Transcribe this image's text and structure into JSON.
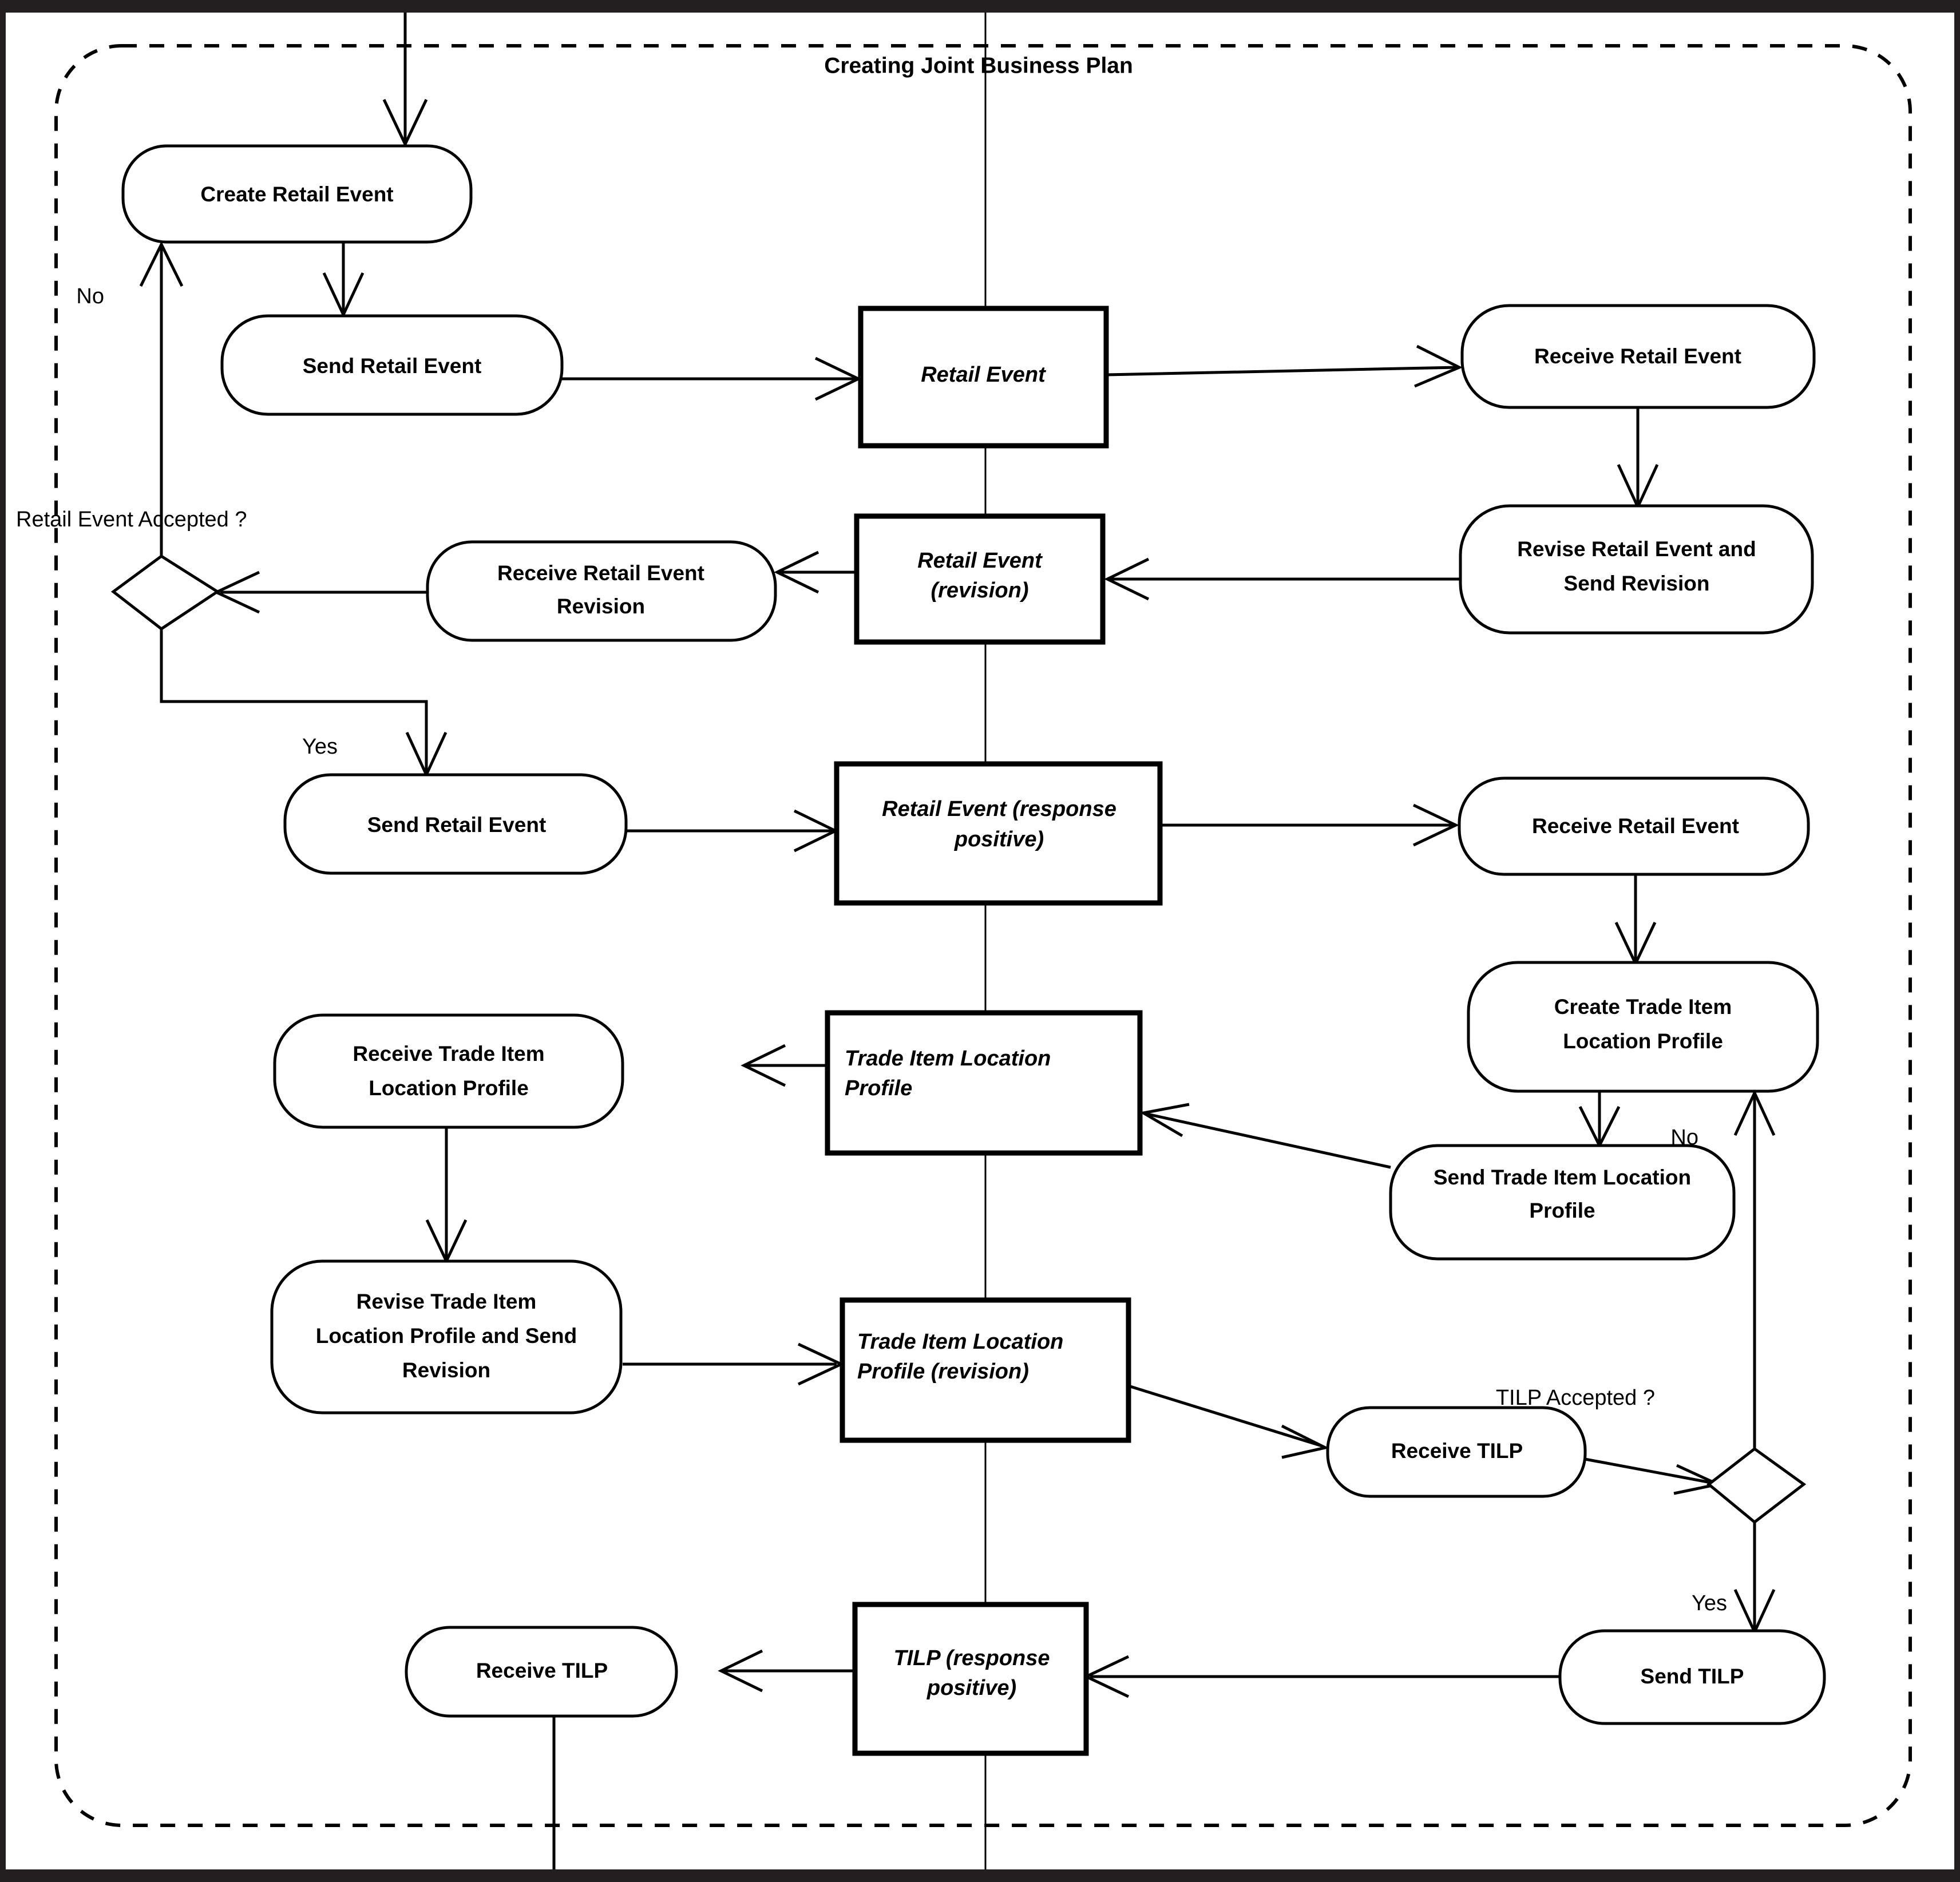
{
  "frame": {
    "title": "Creating Joint Business Plan",
    "style": "dashed-rounded-rectangle"
  },
  "swimlane_divider": {
    "orientation": "vertical",
    "label": ""
  },
  "activities": [
    {
      "id": "create-retail-event",
      "label": "Create Retail Event"
    },
    {
      "id": "send-retail-event-1",
      "label": "Send Retail Event"
    },
    {
      "id": "receive-retail-event-1",
      "label": "Receive Retail Event"
    },
    {
      "id": "revise-retail-event",
      "label_line1": "Revise Retail Event and",
      "label_line2": "Send Revision"
    },
    {
      "id": "receive-retail-event-rev",
      "label_line1": "Receive Retail Event",
      "label_line2": "Revision"
    },
    {
      "id": "send-retail-event-2",
      "label": "Send Retail Event"
    },
    {
      "id": "receive-retail-event-2",
      "label": "Receive Retail Event"
    },
    {
      "id": "create-tilp",
      "label_line1": "Create Trade Item",
      "label_line2": "Location Profile"
    },
    {
      "id": "send-tilp-profile",
      "label_line1": "Send Trade Item Location",
      "label_line2": "Profile"
    },
    {
      "id": "receive-tilp-profile",
      "label_line1": "Receive Trade Item",
      "label_line2": "Location Profile"
    },
    {
      "id": "revise-tilp",
      "label_line1": "Revise Trade Item",
      "label_line2": "Location Profile and Send",
      "label_line3": "Revision"
    },
    {
      "id": "receive-tilp-1",
      "label": "Receive TILP"
    },
    {
      "id": "send-tilp",
      "label": "Send TILP"
    },
    {
      "id": "receive-tilp-2",
      "label": "Receive TILP"
    }
  ],
  "objects": [
    {
      "id": "obj-retail-event",
      "label": "Retail Event"
    },
    {
      "id": "obj-retail-event-revision",
      "label_line1": "Retail Event",
      "label_line2": "(revision)"
    },
    {
      "id": "obj-retail-event-response",
      "label_line1": "Retail Event (response",
      "label_line2": "positive)"
    },
    {
      "id": "obj-tilp",
      "label_line1": "Trade Item Location",
      "label_line2": "Profile"
    },
    {
      "id": "obj-tilp-revision",
      "label_line1": "Trade Item Location",
      "label_line2": "Profile (revision)"
    },
    {
      "id": "obj-tilp-response",
      "label_line1": "TILP (response",
      "label_line2": "positive)"
    }
  ],
  "decisions": [
    {
      "id": "decision-retail-event-accepted",
      "question": "Retail Event Accepted ?",
      "guard_no": "No",
      "guard_yes": "Yes"
    },
    {
      "id": "decision-tilp-accepted",
      "question": "TILP Accepted ?",
      "guard_no": "No",
      "guard_yes": "Yes"
    }
  ],
  "colors": {
    "stroke": "#000000",
    "fill": "#ffffff",
    "border": "#231f20"
  }
}
